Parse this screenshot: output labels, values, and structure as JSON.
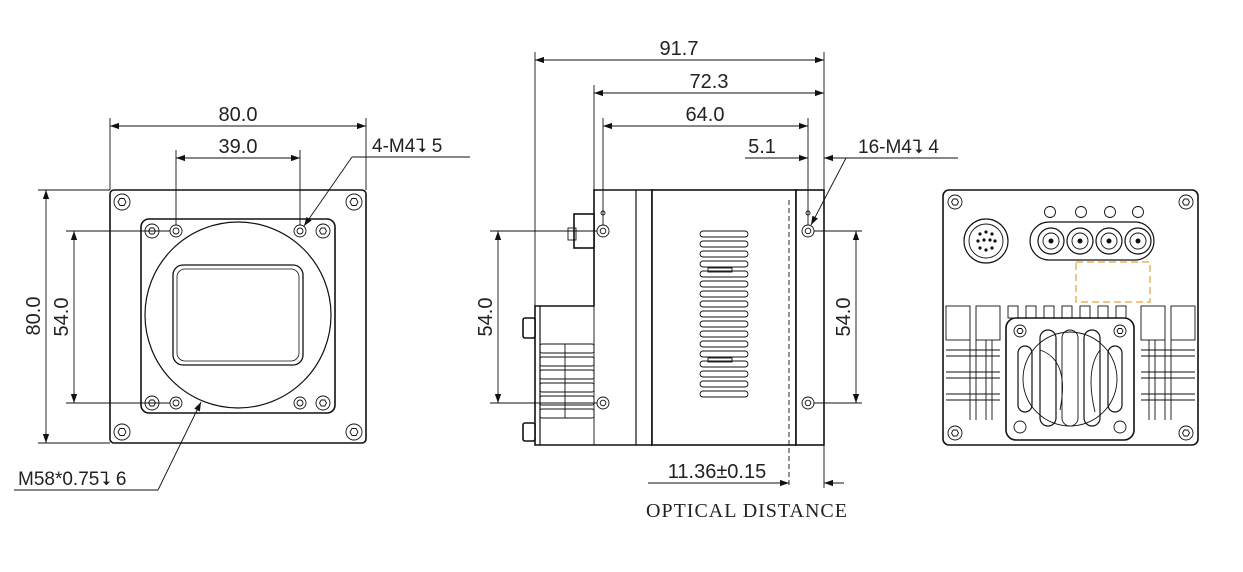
{
  "front_view": {
    "width_label": "80.0",
    "hole_spacing_label": "39.0",
    "height_label": "80.0",
    "vertical_spacing_label": "54.0",
    "hole_callout": "4-M4⮧ 5",
    "thread_callout": "M58*0.75⮧ 6"
  },
  "side_view": {
    "overall_length_label": "91.7",
    "body_length_label": "72.3",
    "hole_span_label": "64.0",
    "edge_offset_label": "5.1",
    "left_spacing_label": "54.0",
    "right_spacing_label": "54.0",
    "hole_callout": "16-M4⮧ 4",
    "optical_distance_value": "11.36±0.15",
    "optical_distance_caption": "OPTICAL DISTANCE"
  },
  "icons": {
    "depth_symbol": "depth-symbol-icon",
    "connector": "circular-connector-icon",
    "coax": "coax-port-icon",
    "led": "status-led-icon",
    "fan": "fan-icon"
  },
  "colors": {
    "line": "#111111",
    "highlight": "#e6a23c"
  }
}
